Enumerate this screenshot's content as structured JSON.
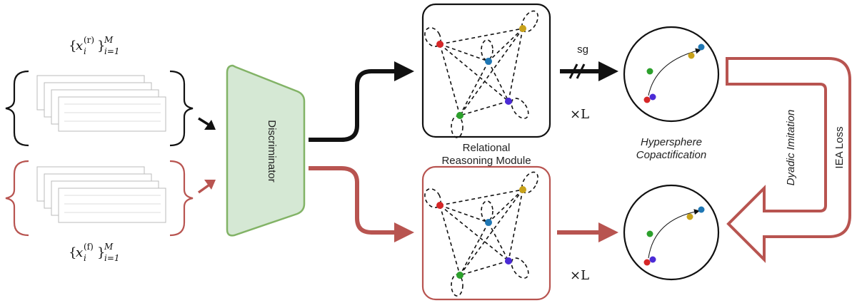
{
  "labels": {
    "real_set": {
      "brace_open": "{",
      "base": "x",
      "sub": "i",
      "sup": "(r)",
      "brace_close": "}",
      "top": "M",
      "bottom": "i=1"
    },
    "fake_set": {
      "brace_open": "{",
      "base": "x",
      "sub": "i",
      "sup": "(f)",
      "brace_close": "}",
      "top": "M",
      "bottom": "i=1"
    },
    "discriminator": "Discriminator",
    "sg": "sg",
    "module_line1": "Relational",
    "module_line2": "Reasoning Module",
    "repeat_top": "×L",
    "repeat_bottom": "×L",
    "hypersphere_line1": "Hypersphere",
    "hypersphere_line2": "Copactification",
    "dyadic": "Dyadic Imitation",
    "iea": "IEA Loss"
  },
  "colors": {
    "real": "#111111",
    "fake": "#b85450",
    "disc_fill": "#d5e8d4",
    "disc_stroke": "#82b366",
    "node_red": "#d62728",
    "node_gold": "#c8a21a",
    "node_blue": "#1f77b4",
    "node_purple": "#4b2bd6",
    "node_green": "#2ca02c"
  }
}
